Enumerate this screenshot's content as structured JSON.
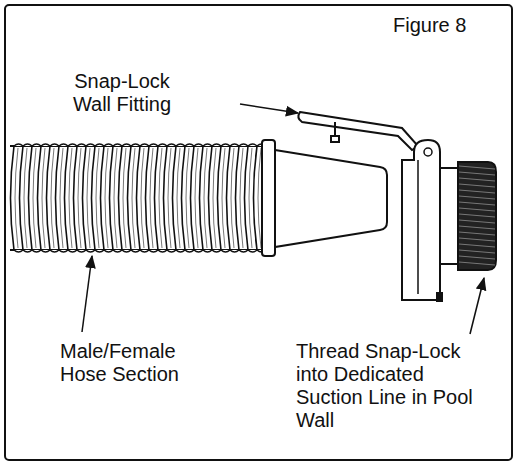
{
  "diagram": {
    "title": "Figure 8",
    "labels": [
      "Snap-Lock Wall Fitting",
      "Male/Female Hose Section",
      "Thread Snap-Lock into Dedicated Suction Line in Pool Wall"
    ]
  }
}
